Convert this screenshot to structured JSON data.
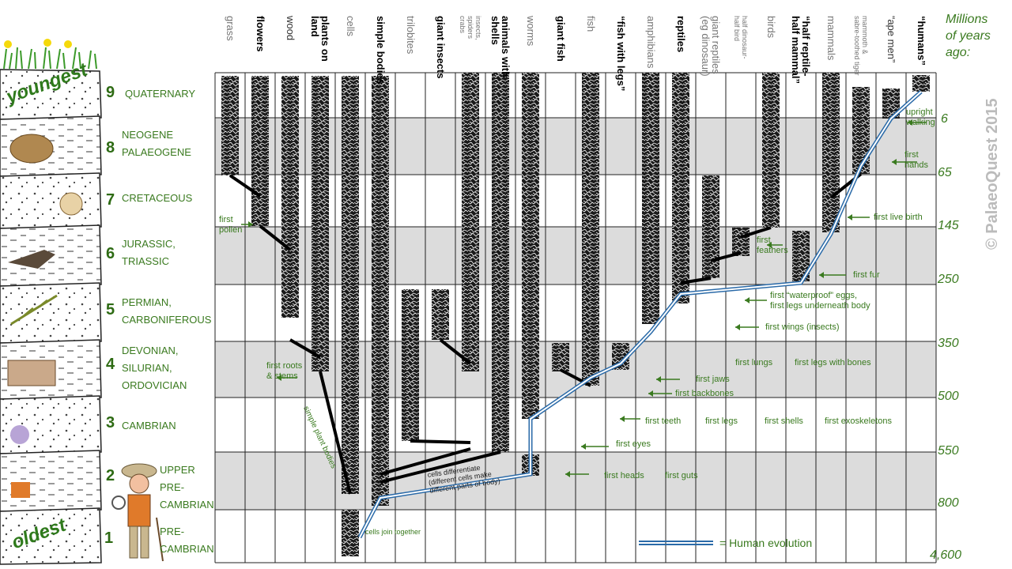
{
  "heading": [
    "Millions",
    "of years",
    "ago:"
  ],
  "copyright": "© PalaeoQuest 2015",
  "strata_words": {
    "top": "youngest",
    "bottom": "oldest"
  },
  "legend": {
    "text": "= Human evolution"
  },
  "periods": [
    {
      "num": "9",
      "names": [
        "QUATERNARY"
      ]
    },
    {
      "num": "8",
      "names": [
        "NEOGENE",
        "PALAEOGENE"
      ]
    },
    {
      "num": "7",
      "names": [
        "CRETACEOUS"
      ]
    },
    {
      "num": "6",
      "names": [
        "JURASSIC,",
        "TRIASSIC"
      ]
    },
    {
      "num": "5",
      "names": [
        "PERMIAN,",
        "CARBONIFEROUS"
      ]
    },
    {
      "num": "4",
      "names": [
        "DEVONIAN,",
        "SILURIAN,",
        "ORDOVICIAN"
      ]
    },
    {
      "num": "3",
      "names": [
        "CAMBRIAN"
      ]
    },
    {
      "num": "2",
      "names": [
        "UPPER",
        "PRE-",
        "CAMBRIAN"
      ]
    },
    {
      "num": "1",
      "names": [
        "PRE-",
        "CAMBRIAN"
      ]
    }
  ],
  "ages": [
    "6",
    "65",
    "145",
    "250",
    "350",
    "500",
    "550",
    "800",
    "4,600"
  ],
  "columns": [
    {
      "label": "grass",
      "style": "gray"
    },
    {
      "label": "flowers",
      "style": "bold"
    },
    {
      "label": "wood",
      "style": "normal"
    },
    {
      "label": "plants on\nland",
      "style": "bold"
    },
    {
      "label": "cells",
      "style": "gray"
    },
    {
      "label": "simple bodies",
      "style": "bold"
    },
    {
      "label": "trilobites",
      "style": "gray"
    },
    {
      "label": "giant insects",
      "style": "bold"
    },
    {
      "label": "insects,\nspiders\ncrabs",
      "style": "small"
    },
    {
      "label": "animals with\nshells",
      "style": "bold"
    },
    {
      "label": "worms",
      "style": "gray"
    },
    {
      "label": "giant fish",
      "style": "bold"
    },
    {
      "label": "fish",
      "style": "gray"
    },
    {
      "label": "“fish with legs”",
      "style": "bold"
    },
    {
      "label": "amphibians",
      "style": "gray"
    },
    {
      "label": "reptiles",
      "style": "bold"
    },
    {
      "label": "giant reptiles\n(eg dinosaur)",
      "style": "gray"
    },
    {
      "label": "half dinosaur-\nhalf bird",
      "style": "small"
    },
    {
      "label": "birds",
      "style": "gray"
    },
    {
      "label": "“half reptile-\nhalf mammal”",
      "style": "bold"
    },
    {
      "label": "mammals",
      "style": "gray"
    },
    {
      "label": "mammoth &\nsabre-toothed tiger",
      "style": "small"
    },
    {
      "label": "“ape men”",
      "style": "normal"
    },
    {
      "label": "“humans”",
      "style": "bold"
    }
  ],
  "annotations": {
    "upright_walking": "upright\nwalking",
    "first_hands": "first\nhands",
    "first_live_birth": "first live birth",
    "first_pollen": "first\npollen",
    "first_feathers": "first\nfeathers",
    "first_fur": "first fur",
    "waterproof_eggs": "first “waterproof” eggs,\nfirst legs underneath body",
    "first_wings": "first wings (insects)",
    "first_roots": "first roots\n& stems",
    "first_lungs": "first lungs",
    "first_legs_bones": "first legs with bones",
    "first_jaws": "first jaws",
    "first_backbones": "first backbones",
    "first_teeth": "first teeth",
    "first_legs": "first legs",
    "first_shells": "first shells",
    "first_exoskeletons": "first exoskeletons",
    "first_eyes": "first eyes",
    "first_heads": "first heads",
    "first_guts": "first guts",
    "simple_plant_bodies": "simple plant bodies",
    "cells_differentiate": "cells differentiate\n(different cells make\ndifferent parts of body)",
    "cells_join": "cells join together"
  }
}
